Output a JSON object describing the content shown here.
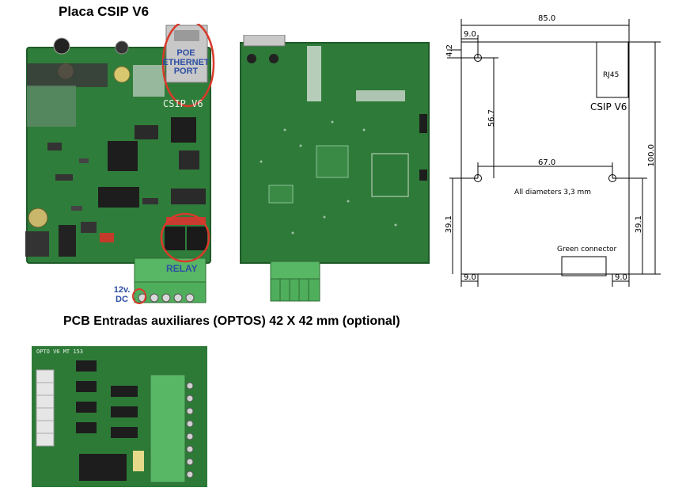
{
  "titles": {
    "board": "Placa CSIP V6",
    "optos": "PCB Entradas auxiliares (OPTOS) 42 X 42 mm (optional)"
  },
  "callouts": {
    "poe": "POE ETHERNET PORT",
    "relay": "RELAY",
    "power": "12v. DC"
  },
  "board_silk": {
    "front": "CSIP V6",
    "optos": "OPTO V6 MT 153"
  },
  "drawing": {
    "width": "85.0",
    "height": "100.0",
    "offset_left_top": "9.0",
    "offset_top": "4.2",
    "vertical_spacing": "56.7",
    "hole_spacing": "67.0",
    "bottom_left": "39.1",
    "bottom_right": "39.1",
    "bottom_offset_left": "9.0",
    "bottom_offset_right": "9.0",
    "rj45": "RJ45",
    "board_name": "CSIP V6",
    "diameters": "All diameters 3,3 mm",
    "green_connector": "Green connector"
  },
  "colors": {
    "pcb_green": "#2f7d3a",
    "terminal_green": "#58b764",
    "callout_red": "#d93a2b",
    "callout_blue": "#2e4fa3"
  }
}
